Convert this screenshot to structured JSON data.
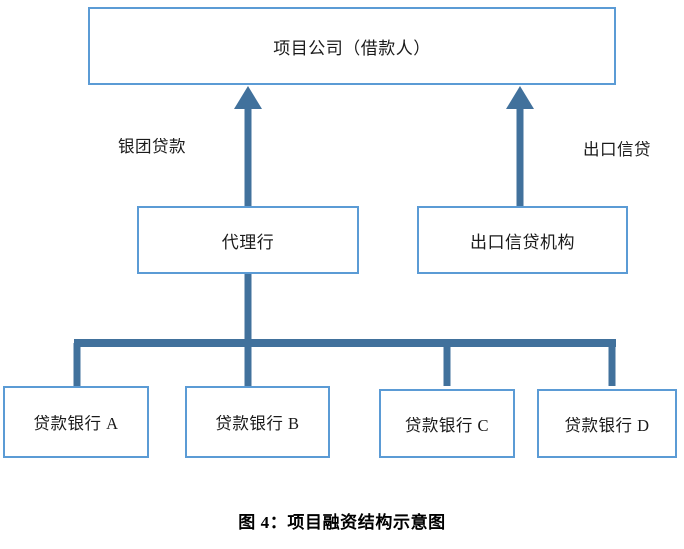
{
  "figure": {
    "caption": "图 4：项目融资结构示意图",
    "colors": {
      "box_border": "#5b9bd5",
      "connector": "#41719c",
      "arrow": "#41719c",
      "background": "#ffffff",
      "text": "#1a1a1a"
    }
  },
  "nodes": {
    "borrower": {
      "label": "项目公司（借款人）"
    },
    "agent_bank": {
      "label": "代理行"
    },
    "export_credit_agency": {
      "label": "出口信贷机构"
    },
    "banks": [
      {
        "label": "贷款银行 A"
      },
      {
        "label": "贷款银行 B"
      },
      {
        "label": "贷款银行 C"
      },
      {
        "label": "贷款银行 D"
      }
    ]
  },
  "edge_labels": {
    "syndicated_loan": "银团贷款",
    "export_credit": "出口信贷"
  },
  "chart_data": {
    "type": "diagram",
    "title": "图 4：项目融资结构示意图",
    "nodes": [
      {
        "id": "borrower",
        "label": "项目公司（借款人）",
        "level": 0
      },
      {
        "id": "agent_bank",
        "label": "代理行",
        "level": 1
      },
      {
        "id": "eca",
        "label": "出口信贷机构",
        "level": 1
      },
      {
        "id": "bank_a",
        "label": "贷款银行 A",
        "level": 2
      },
      {
        "id": "bank_b",
        "label": "贷款银行 B",
        "level": 2
      },
      {
        "id": "bank_c",
        "label": "贷款银行 C",
        "level": 2
      },
      {
        "id": "bank_d",
        "label": "贷款银行 D",
        "level": 2
      }
    ],
    "edges": [
      {
        "from": "agent_bank",
        "to": "borrower",
        "label": "银团贷款",
        "arrow": true
      },
      {
        "from": "eca",
        "to": "borrower",
        "label": "出口信贷",
        "arrow": true
      },
      {
        "from": "bank_a",
        "to": "agent_bank",
        "label": "",
        "arrow": false
      },
      {
        "from": "bank_b",
        "to": "agent_bank",
        "label": "",
        "arrow": false
      },
      {
        "from": "bank_c",
        "to": "agent_bank",
        "label": "",
        "arrow": false
      },
      {
        "from": "bank_d",
        "to": "agent_bank",
        "label": "",
        "arrow": false
      }
    ]
  }
}
